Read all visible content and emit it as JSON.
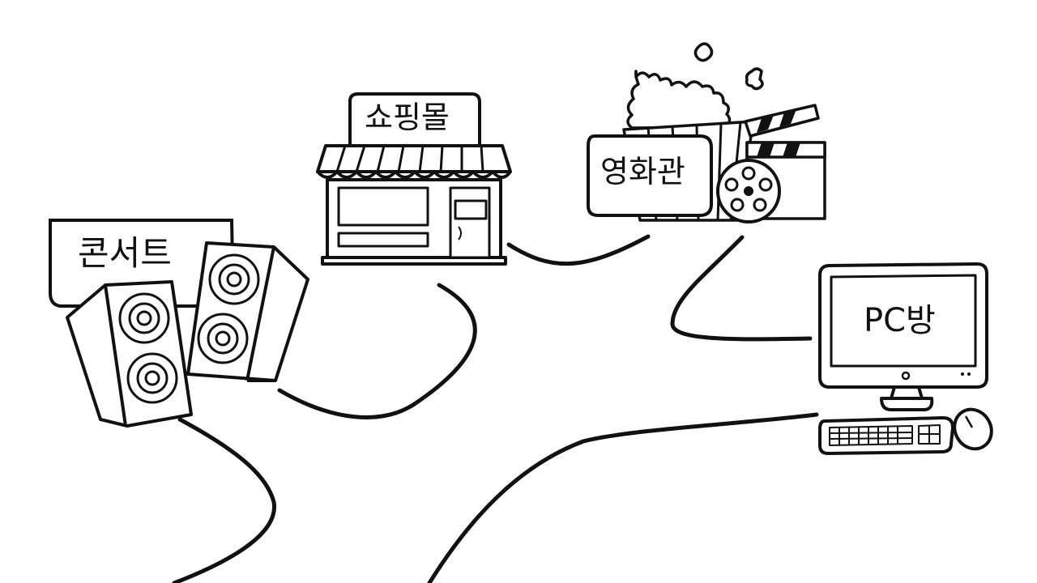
{
  "places": {
    "concert": "콘서트",
    "shopping": "쇼핑몰",
    "cinema": "영화관",
    "pc_room": "PC방"
  },
  "colors": {
    "ink": "#111111",
    "paper": "#ffffff"
  }
}
